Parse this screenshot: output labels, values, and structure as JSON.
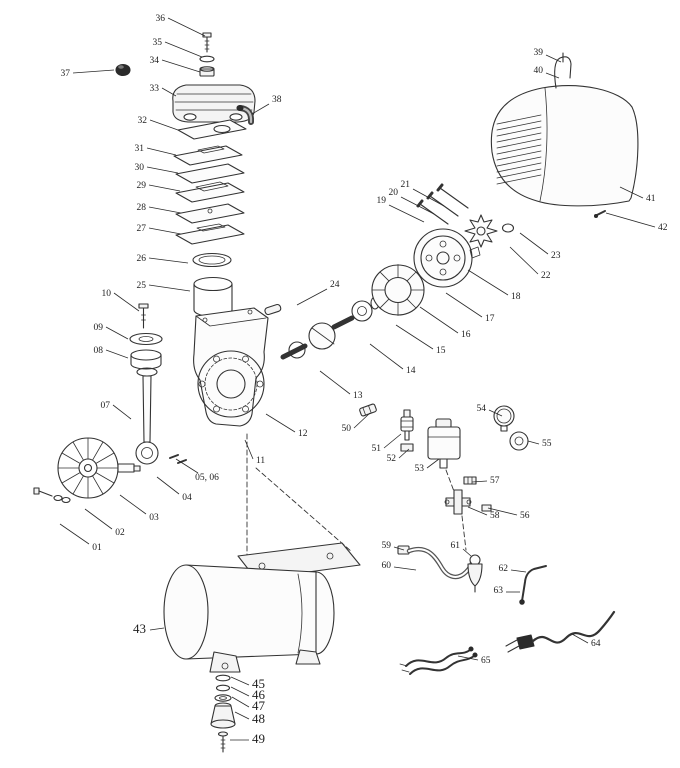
{
  "diagram": {
    "title": "air-compressor-exploded-parts-diagram",
    "colors": {
      "line": "#2a2a2a",
      "background": "#ffffff"
    },
    "callouts": [
      {
        "n": "36",
        "t": [
          165,
          21
        ],
        "a": "end",
        "l": [
          168,
          18,
          205,
          36
        ]
      },
      {
        "n": "35",
        "t": [
          162,
          45
        ],
        "a": "end",
        "l": [
          165,
          42,
          202,
          57
        ]
      },
      {
        "n": "34",
        "t": [
          159,
          63
        ],
        "a": "end",
        "l": [
          162,
          60,
          200,
          72
        ]
      },
      {
        "n": "33",
        "t": [
          159,
          91
        ],
        "a": "end",
        "l": [
          162,
          88,
          176,
          96
        ]
      },
      {
        "n": "37",
        "t": [
          70,
          76
        ],
        "a": "end",
        "l": [
          73,
          73,
          114,
          70
        ]
      },
      {
        "n": "38",
        "t": [
          272,
          102
        ],
        "a": "start",
        "l": [
          269,
          104,
          252,
          114
        ]
      },
      {
        "n": "32",
        "t": [
          147,
          123
        ],
        "a": "end",
        "l": [
          150,
          120,
          178,
          130
        ]
      },
      {
        "n": "31",
        "t": [
          144,
          151
        ],
        "a": "end",
        "l": [
          147,
          148,
          176,
          155
        ]
      },
      {
        "n": "30",
        "t": [
          144,
          170
        ],
        "a": "end",
        "l": [
          147,
          167,
          178,
          173
        ]
      },
      {
        "n": "29",
        "t": [
          146,
          188
        ],
        "a": "end",
        "l": [
          149,
          185,
          180,
          191
        ]
      },
      {
        "n": "28",
        "t": [
          146,
          210
        ],
        "a": "end",
        "l": [
          149,
          207,
          181,
          213
        ]
      },
      {
        "n": "27",
        "t": [
          146,
          231
        ],
        "a": "end",
        "l": [
          149,
          228,
          181,
          234
        ]
      },
      {
        "n": "26",
        "t": [
          146,
          261
        ],
        "a": "end",
        "l": [
          149,
          258,
          188,
          263
        ]
      },
      {
        "n": "25",
        "t": [
          146,
          288
        ],
        "a": "end",
        "l": [
          149,
          285,
          190,
          291
        ]
      },
      {
        "n": "10",
        "t": [
          111,
          296
        ],
        "a": "end",
        "l": [
          114,
          293,
          139,
          311
        ]
      },
      {
        "n": "09",
        "t": [
          103,
          330
        ],
        "a": "end",
        "l": [
          106,
          327,
          128,
          339
        ]
      },
      {
        "n": "08",
        "t": [
          103,
          353
        ],
        "a": "end",
        "l": [
          106,
          350,
          128,
          358
        ]
      },
      {
        "n": "07",
        "t": [
          110,
          408
        ],
        "a": "end",
        "l": [
          113,
          405,
          131,
          419
        ]
      },
      {
        "n": "05, 06",
        "t": [
          207,
          480
        ],
        "a": "middle",
        "l": [
          198,
          473,
          176,
          459
        ]
      },
      {
        "n": "04",
        "t": [
          187,
          500
        ],
        "a": "middle",
        "l": [
          179,
          494,
          157,
          477
        ]
      },
      {
        "n": "03",
        "t": [
          154,
          520
        ],
        "a": "middle",
        "l": [
          146,
          514,
          120,
          495
        ]
      },
      {
        "n": "02",
        "t": [
          120,
          535
        ],
        "a": "middle",
        "l": [
          112,
          529,
          85,
          509
        ]
      },
      {
        "n": "01",
        "t": [
          97,
          550
        ],
        "a": "middle",
        "l": [
          89,
          544,
          60,
          524
        ]
      },
      {
        "n": "12",
        "t": [
          298,
          436
        ],
        "a": "start",
        "l": [
          295,
          432,
          266,
          414
        ]
      },
      {
        "n": "11",
        "t": [
          256,
          463
        ],
        "a": "start",
        "l": [
          253,
          459,
          245,
          440
        ]
      },
      {
        "n": "13",
        "t": [
          353,
          398
        ],
        "a": "start",
        "l": [
          350,
          394,
          320,
          371
        ]
      },
      {
        "n": "14",
        "t": [
          406,
          373
        ],
        "a": "start",
        "l": [
          403,
          369,
          370,
          344
        ]
      },
      {
        "n": "15",
        "t": [
          436,
          353
        ],
        "a": "start",
        "l": [
          433,
          349,
          396,
          325
        ]
      },
      {
        "n": "16",
        "t": [
          461,
          337
        ],
        "a": "start",
        "l": [
          458,
          333,
          420,
          307
        ]
      },
      {
        "n": "17",
        "t": [
          485,
          321
        ],
        "a": "start",
        "l": [
          482,
          317,
          446,
          293
        ]
      },
      {
        "n": "18",
        "t": [
          511,
          299
        ],
        "a": "start",
        "l": [
          508,
          295,
          468,
          270
        ]
      },
      {
        "n": "22",
        "t": [
          541,
          278
        ],
        "a": "start",
        "l": [
          538,
          274,
          510,
          247
        ]
      },
      {
        "n": "23",
        "t": [
          551,
          258
        ],
        "a": "start",
        "l": [
          548,
          254,
          520,
          233
        ]
      },
      {
        "n": "19",
        "t": [
          386,
          203
        ],
        "a": "end",
        "l": [
          389,
          205,
          424,
          222
        ]
      },
      {
        "n": "20",
        "t": [
          398,
          195
        ],
        "a": "end",
        "l": [
          401,
          197,
          434,
          214
        ]
      },
      {
        "n": "21",
        "t": [
          410,
          187
        ],
        "a": "end",
        "l": [
          413,
          189,
          444,
          206
        ]
      },
      {
        "n": "24",
        "t": [
          330,
          287
        ],
        "a": "start",
        "l": [
          327,
          289,
          297,
          305
        ]
      },
      {
        "n": "39",
        "t": [
          543,
          55
        ],
        "a": "end",
        "l": [
          546,
          55,
          561,
          62
        ]
      },
      {
        "n": "40",
        "t": [
          543,
          73
        ],
        "a": "end",
        "l": [
          546,
          73,
          559,
          78
        ]
      },
      {
        "n": "41",
        "t": [
          646,
          201
        ],
        "a": "start",
        "l": [
          643,
          198,
          620,
          187
        ]
      },
      {
        "n": "42",
        "t": [
          658,
          230
        ],
        "a": "start",
        "l": [
          655,
          227,
          606,
          213
        ]
      },
      {
        "n": "50",
        "t": [
          351,
          431
        ],
        "a": "end",
        "l": [
          354,
          428,
          370,
          413
        ]
      },
      {
        "n": "51",
        "t": [
          381,
          451
        ],
        "a": "end",
        "l": [
          384,
          448,
          401,
          434
        ]
      },
      {
        "n": "52",
        "t": [
          396,
          461
        ],
        "a": "end",
        "l": [
          399,
          458,
          409,
          449
        ]
      },
      {
        "n": "53",
        "t": [
          424,
          471
        ],
        "a": "end",
        "l": [
          427,
          468,
          439,
          459
        ]
      },
      {
        "n": "54",
        "t": [
          486,
          411
        ],
        "a": "end",
        "l": [
          489,
          410,
          502,
          416
        ]
      },
      {
        "n": "55",
        "t": [
          542,
          446
        ],
        "a": "start",
        "l": [
          539,
          444,
          528,
          441
        ]
      },
      {
        "n": "57",
        "t": [
          490,
          483
        ],
        "a": "start",
        "l": [
          487,
          481,
          472,
          482
        ]
      },
      {
        "n": "58",
        "t": [
          490,
          518
        ],
        "a": "start",
        "l": [
          487,
          515,
          468,
          507
        ]
      },
      {
        "n": "56",
        "t": [
          520,
          518
        ],
        "a": "start",
        "l": [
          517,
          515,
          488,
          508
        ]
      },
      {
        "n": "43",
        "t": [
          146,
          633
        ],
        "a": "end",
        "big": true,
        "l": [
          150,
          630,
          164,
          628
        ]
      },
      {
        "n": "59",
        "t": [
          391,
          548
        ],
        "a": "end",
        "l": [
          394,
          547,
          404,
          550
        ]
      },
      {
        "n": "60",
        "t": [
          391,
          568
        ],
        "a": "end",
        "l": [
          394,
          567,
          416,
          570
        ]
      },
      {
        "n": "61",
        "t": [
          460,
          548
        ],
        "a": "end",
        "l": [
          463,
          549,
          471,
          556
        ]
      },
      {
        "n": "62",
        "t": [
          508,
          571
        ],
        "a": "end",
        "l": [
          511,
          570,
          526,
          572
        ]
      },
      {
        "n": "63",
        "t": [
          503,
          593
        ],
        "a": "end",
        "l": [
          506,
          592,
          520,
          592
        ]
      },
      {
        "n": "64",
        "t": [
          591,
          646
        ],
        "a": "start",
        "l": [
          588,
          643,
          572,
          634
        ]
      },
      {
        "n": "65",
        "t": [
          481,
          663
        ],
        "a": "start",
        "l": [
          478,
          660,
          458,
          656
        ]
      },
      {
        "n": "45",
        "t": [
          252,
          688
        ],
        "a": "start",
        "big": true,
        "l": [
          249,
          685,
          231,
          677
        ]
      },
      {
        "n": "46",
        "t": [
          252,
          699
        ],
        "a": "start",
        "big": true,
        "l": [
          249,
          696,
          231,
          687
        ]
      },
      {
        "n": "47",
        "t": [
          252,
          710
        ],
        "a": "start",
        "big": true,
        "l": [
          249,
          707,
          232,
          697
        ]
      },
      {
        "n": "48",
        "t": [
          252,
          723
        ],
        "a": "start",
        "big": true,
        "l": [
          249,
          719,
          235,
          712
        ]
      },
      {
        "n": "49",
        "t": [
          252,
          743
        ],
        "a": "start",
        "big": true,
        "l": [
          249,
          740,
          230,
          740
        ]
      }
    ]
  }
}
